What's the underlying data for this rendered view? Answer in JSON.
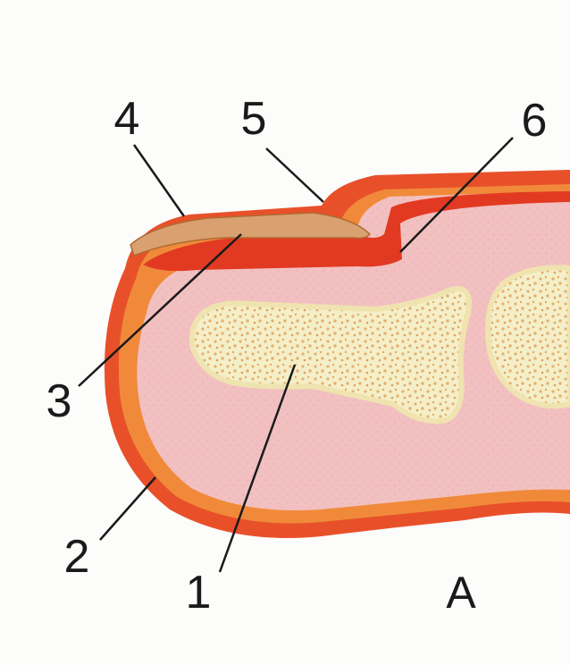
{
  "diagram": {
    "callouts": [
      {
        "id": "1",
        "label": "1"
      },
      {
        "id": "2",
        "label": "2"
      },
      {
        "id": "3",
        "label": "3"
      },
      {
        "id": "4",
        "label": "4"
      },
      {
        "id": "5",
        "label": "5"
      },
      {
        "id": "6",
        "label": "6"
      }
    ],
    "panel_letter": "A",
    "colors": {
      "skin_outer": "#e8502a",
      "skin_edge": "#f08a3a",
      "soft_tissue": "#f2c0c0",
      "bone": "#f4efc8",
      "bone_speckle": "#e6b070",
      "nail_plate": "#d9a070",
      "nail_bed_red": "#e23a22",
      "line": "#1a1a1a"
    }
  }
}
